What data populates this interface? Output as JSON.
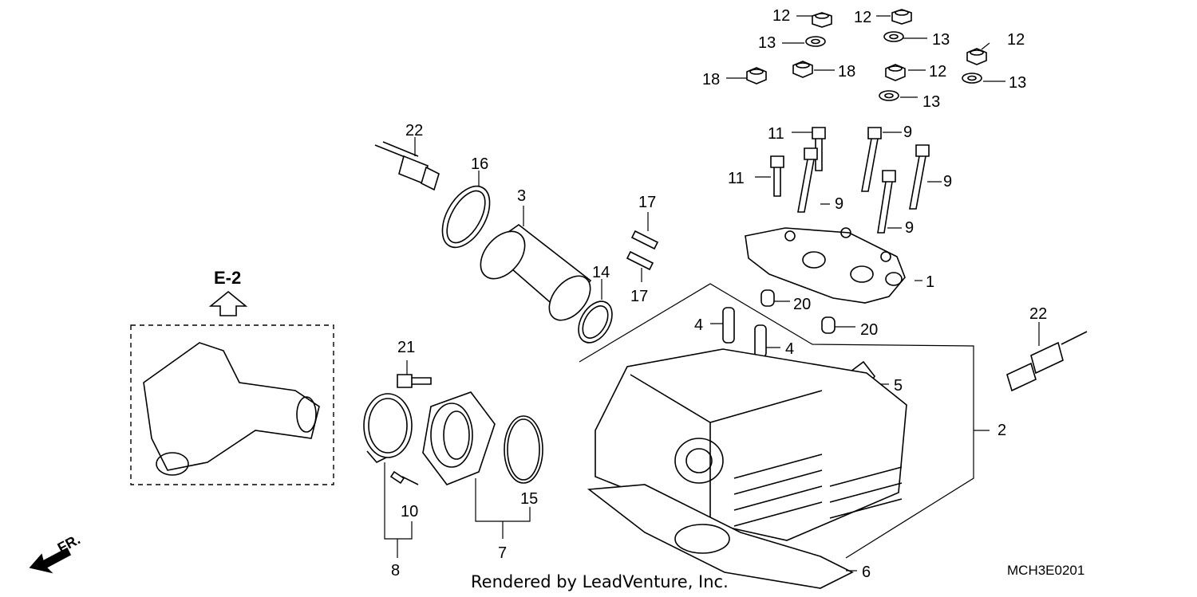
{
  "footer": "Rendered by LeadVenture, Inc.",
  "diagram_code": "MCH3E0201",
  "ref_callout": "E-2",
  "front_marker": "FR.",
  "labels": {
    "l12a": "12",
    "l12b": "12",
    "l12c": "12",
    "l12d": "12",
    "l13a": "13",
    "l13b": "13",
    "l13c": "13",
    "l13d": "13",
    "l18a": "18",
    "l18b": "18",
    "l22a": "22",
    "l22b": "22",
    "l16": "16",
    "l3": "3",
    "l17a": "17",
    "l17b": "17",
    "l14": "14",
    "l11a": "11",
    "l11b": "11",
    "l9a": "9",
    "l9b": "9",
    "l9c": "9",
    "l9d": "9",
    "l1": "1",
    "l20a": "20",
    "l20b": "20",
    "l4a": "4",
    "l4b": "4",
    "l5": "5",
    "l2": "2",
    "l21": "21",
    "l10": "10",
    "l15": "15",
    "l7": "7",
    "l8": "8",
    "l6": "6"
  }
}
